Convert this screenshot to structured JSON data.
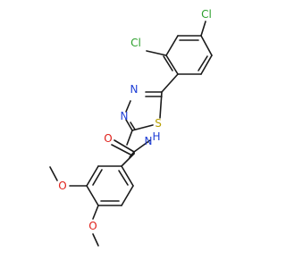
{
  "molecule": {
    "atoms": {
      "cl_top": {
        "text": "Cl",
        "color": "#2ca02c"
      },
      "cl_ortho": {
        "text": "Cl",
        "color": "#2ca02c"
      },
      "n3": {
        "text": "N",
        "color": "#1f3fd6"
      },
      "n4": {
        "text": "N",
        "color": "#1f3fd6"
      },
      "s": {
        "text": "S",
        "color": "#b8a000"
      },
      "nh": {
        "text": "H",
        "color": "#1f3fd6"
      },
      "nh_n": {
        "text": "N",
        "color": "#1f3fd6"
      },
      "o_carbonyl": {
        "text": "O",
        "color": "#e0201a"
      },
      "o_meo1": {
        "text": "O",
        "color": "#e0201a"
      },
      "o_meo2": {
        "text": "O",
        "color": "#e0201a"
      }
    },
    "bond_color": "#1a1a1a"
  }
}
